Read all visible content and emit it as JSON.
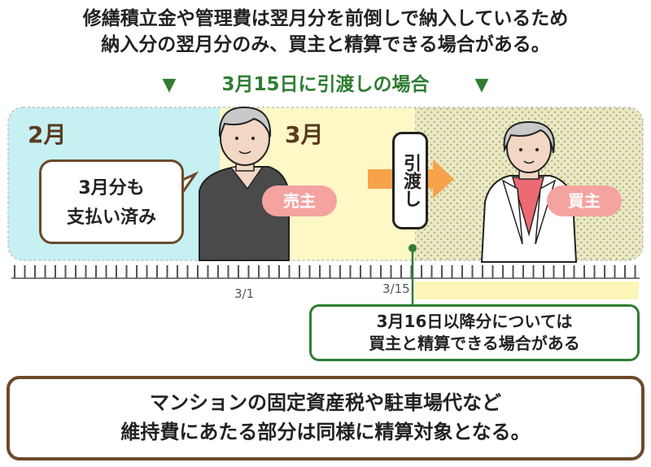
{
  "heading": {
    "line1": "修繕積立金や管理費は翌月分を前倒しで納入しているため",
    "line2": "納入分の翌月分のみ、買主と精算できる場合がある。"
  },
  "subheading": {
    "text": "3月15日に引渡しの場合",
    "marker_left": "▼",
    "marker_right": "▼"
  },
  "timeline": {
    "month_feb": "2月",
    "month_mar": "3月",
    "seller_label": "売主",
    "buyer_label": "買主",
    "handover_label": "引渡し",
    "seller_bubble_line1": "3月分も",
    "seller_bubble_line2": "支払い済み",
    "date_mar1": "3/1",
    "date_mar15": "3/15",
    "colors": {
      "feb_bg": "#c6f0f2",
      "mar_bg": "#fdf8c6",
      "buyer_bg": "#e6e8c4",
      "accent_green": "#2e7d32",
      "arrow": "#f5a24b"
    }
  },
  "settlement_note": {
    "line1": "3月16日以降分については",
    "line2": "買主と精算できる場合がある"
  },
  "footer": {
    "line1": "マンションの固定資産税や駐車場代など",
    "line2": "維持費にあたる部分は同様に精算対象となる。"
  }
}
